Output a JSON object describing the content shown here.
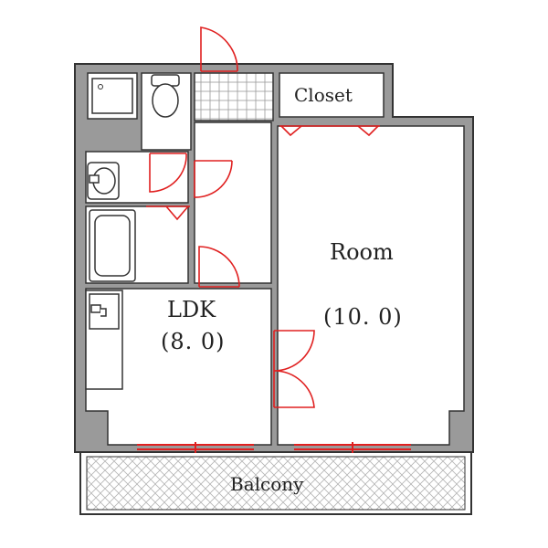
{
  "rooms": {
    "closet": {
      "label": "Closet"
    },
    "room": {
      "label": "Room",
      "area": "(10. 0)"
    },
    "ldk": {
      "label": "LDK",
      "area": "(8. 0)"
    },
    "balcony": {
      "label": "Balcony"
    }
  },
  "colors": {
    "wall": "#9a9a9a",
    "wall_outline": "#333333",
    "door": "#e02020",
    "balcony_hatch": "#b5b5b5",
    "fixture": "#333333",
    "background": "#ffffff"
  }
}
